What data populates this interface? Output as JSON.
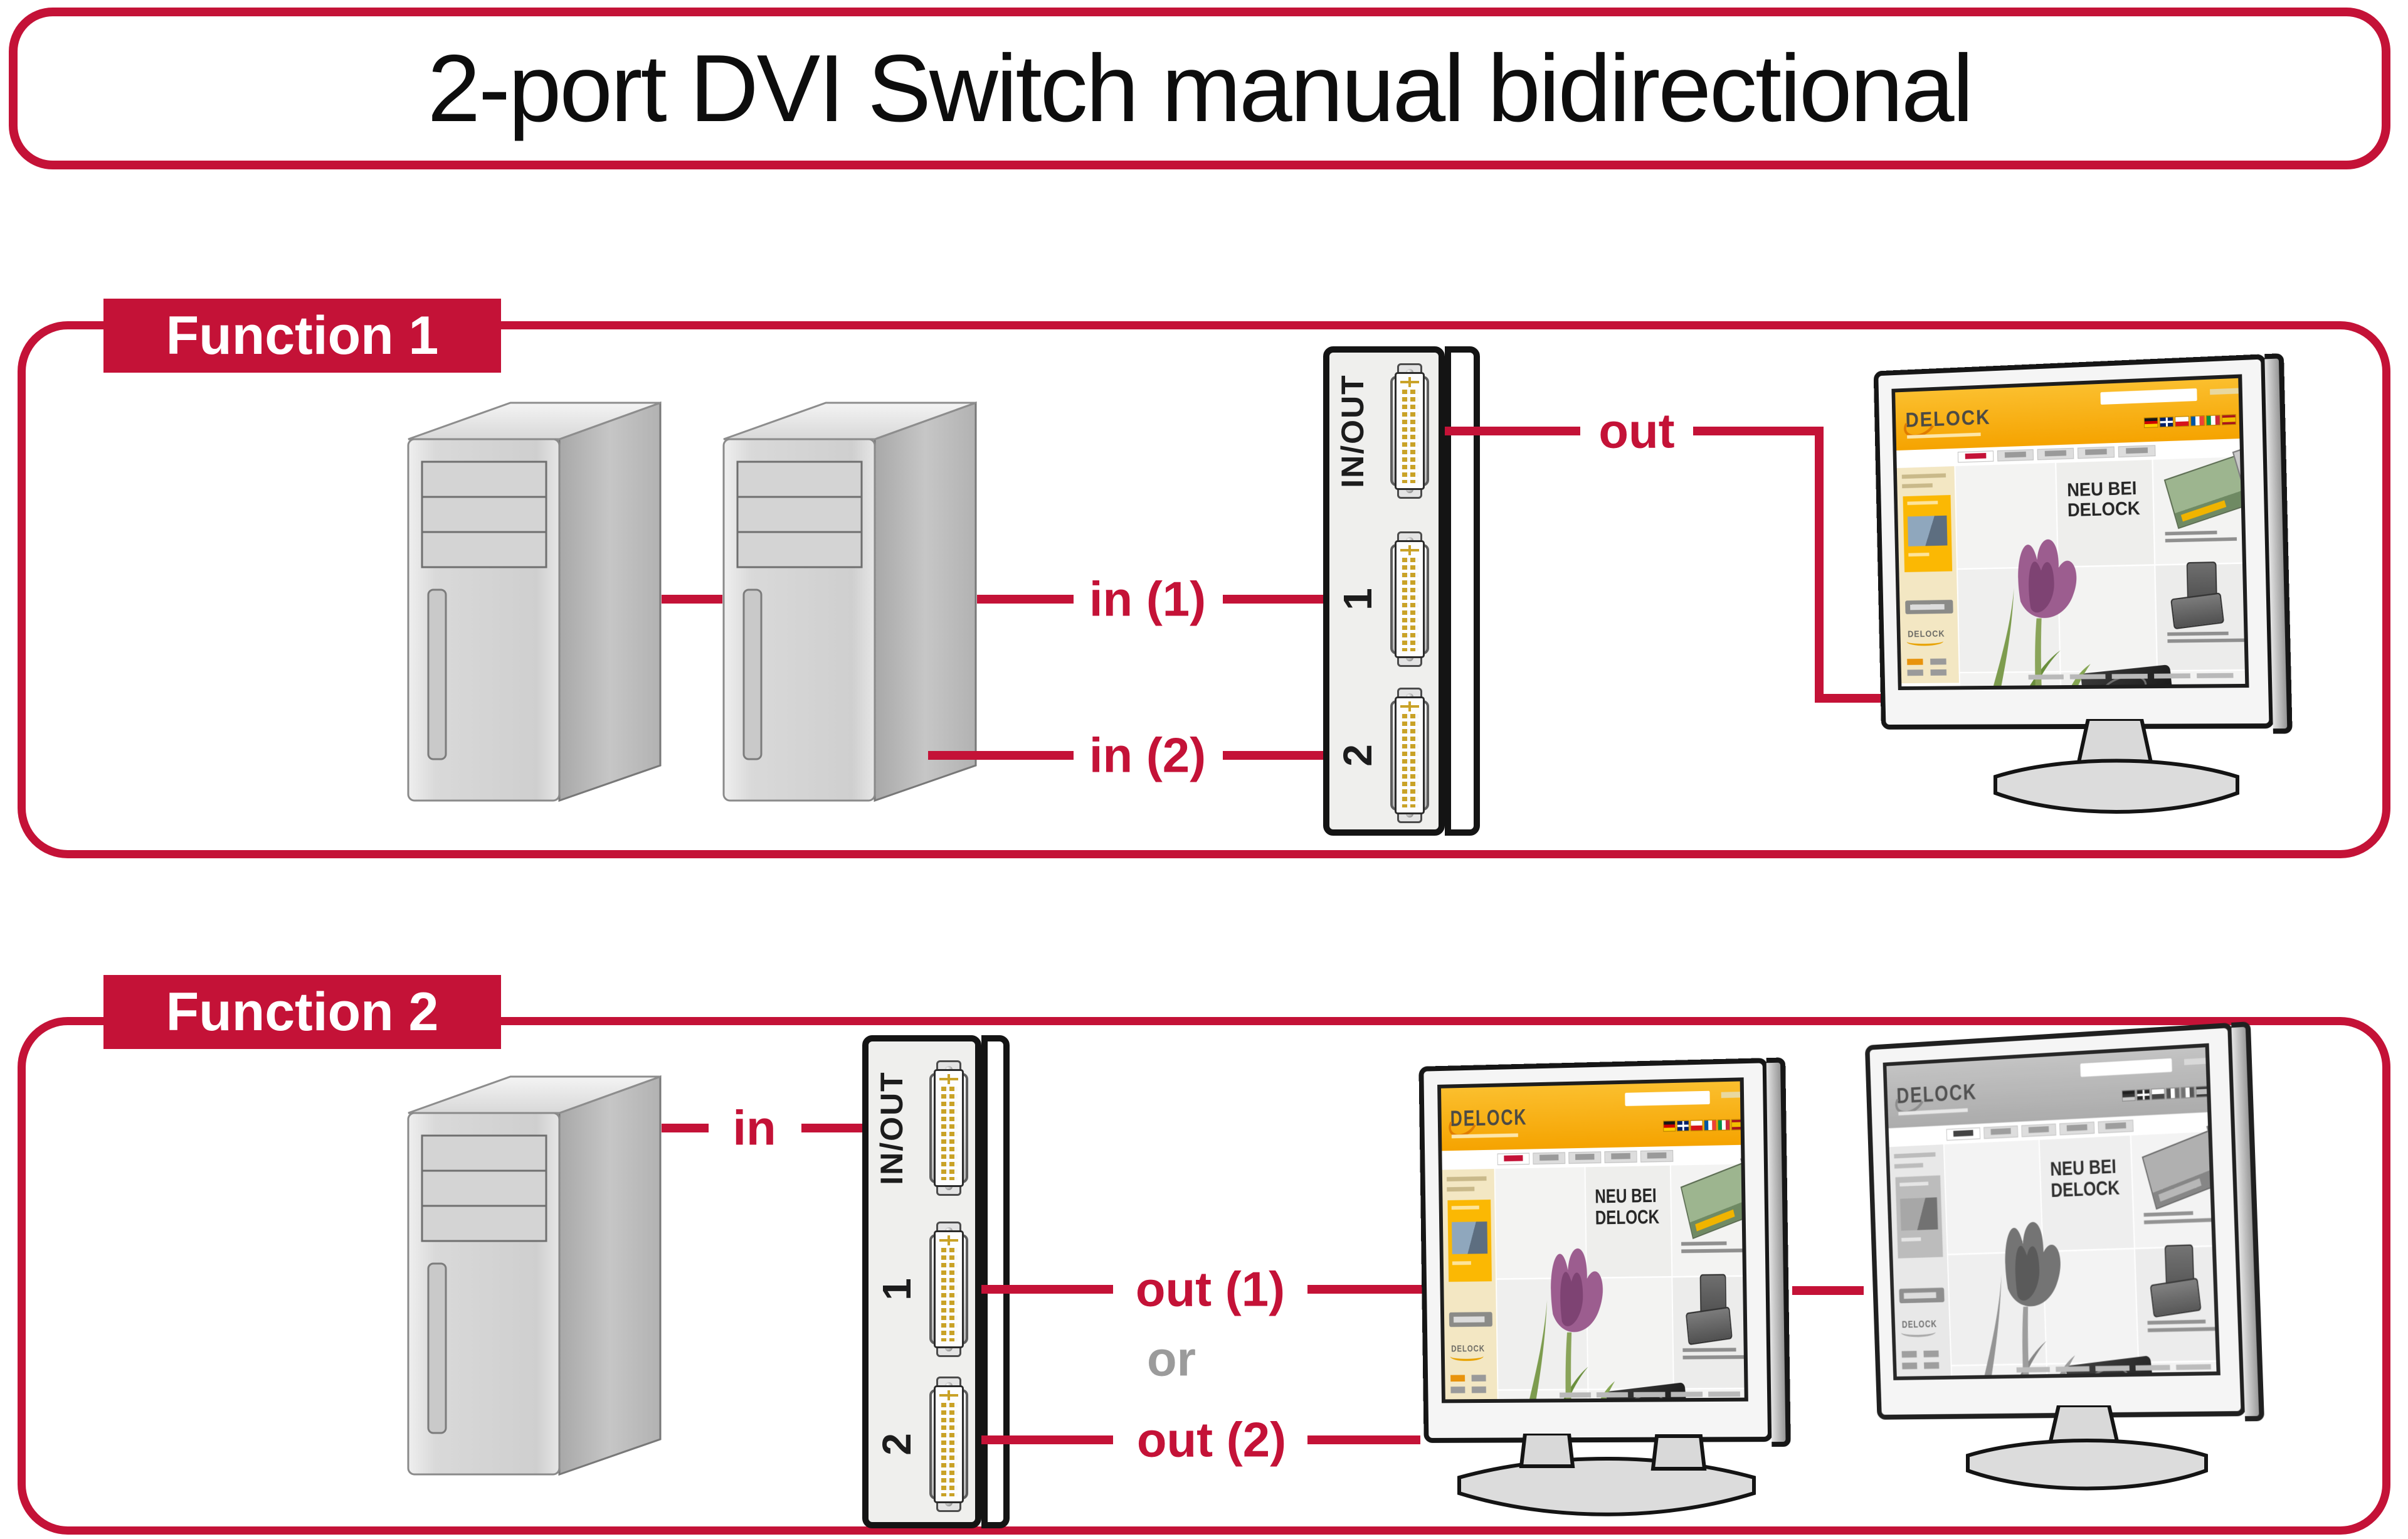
{
  "title": "2-port DVI Switch manual bidirectional",
  "colors": {
    "accent_red": "#C41237",
    "or_gray": "#9B9B9B",
    "header_orange": "#F5A300",
    "pin_gold": "#C9A227"
  },
  "screen": {
    "logo": "DELOCK",
    "headline_line1": "NEU BEI",
    "headline_line2": "DELOCK"
  },
  "function1": {
    "label": "Function 1",
    "ports": {
      "inout": "IN/OUT",
      "port1": "1",
      "port2": "2"
    },
    "wires": {
      "in1": "in (1)",
      "in2": "in (2)",
      "out": "out"
    }
  },
  "function2": {
    "label": "Function 2",
    "ports": {
      "inout": "IN/OUT",
      "port1": "1",
      "port2": "2"
    },
    "wires": {
      "in": "in",
      "out1": "out (1)",
      "or": "or",
      "out2": "out (2)"
    }
  }
}
